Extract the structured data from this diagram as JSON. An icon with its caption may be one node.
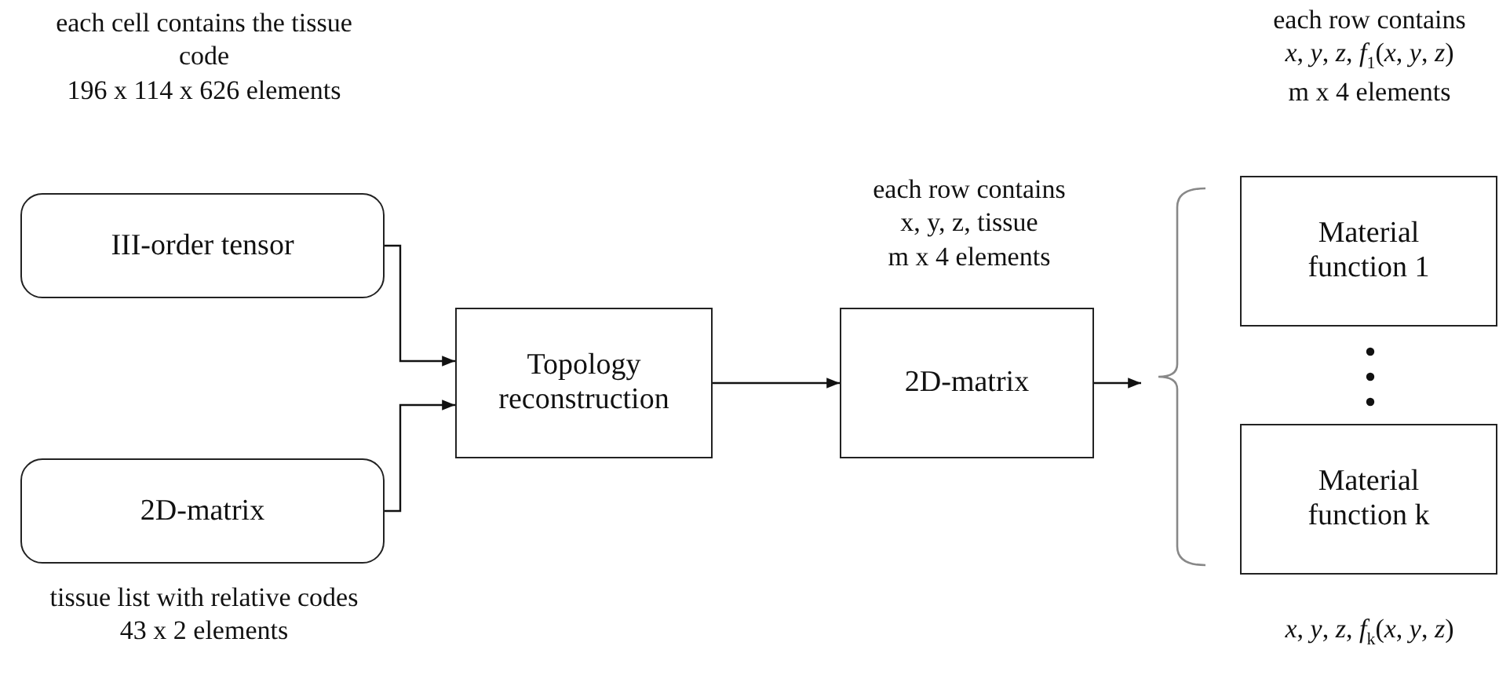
{
  "diagram": {
    "nodes": [
      {
        "text": [
          "III-order tensor"
        ],
        "beside": [
          "each cell contains the tissue code",
          "196 x 114 x 626 elements"
        ]
      },
      {
        "text": [
          "2D-matrix"
        ],
        "beside": [
          "tissue list with relative codes",
          "43 x 2 elements"
        ]
      },
      {
        "text": [
          "Topology reconstruction"
        ]
      },
      {
        "text": [
          "2D-matrix"
        ],
        "beside": [
          "each row contains",
          "x, y, z, tissue",
          "m x 4 elements"
        ]
      },
      {
        "text": [],
        "shape": "bracket"
      },
      {
        "text": [
          "Material function 1"
        ],
        "beside": [
          "each row contains",
          "*x*, *y*, *z*, *f*$_{1}$(*x*, *y*, *z*)",
          "m x 4 elements"
        ]
      },
      {
        "text": [
          "Material function k"
        ],
        "beside": [
          "*x*, *y*, *z*, *f*$_{k}$(*x*, *y*, *z*)"
        ]
      }
    ],
    "edges": [
      {
        "from": 0,
        "to": 2,
        "arrow": "to"
      },
      {
        "from": 1,
        "to": 2,
        "arrow": "to"
      },
      {
        "from": 2,
        "to": 3,
        "arrow": "to"
      },
      {
        "from": 3,
        "to": 4,
        "arrow": "to"
      }
    ]
  }
}
